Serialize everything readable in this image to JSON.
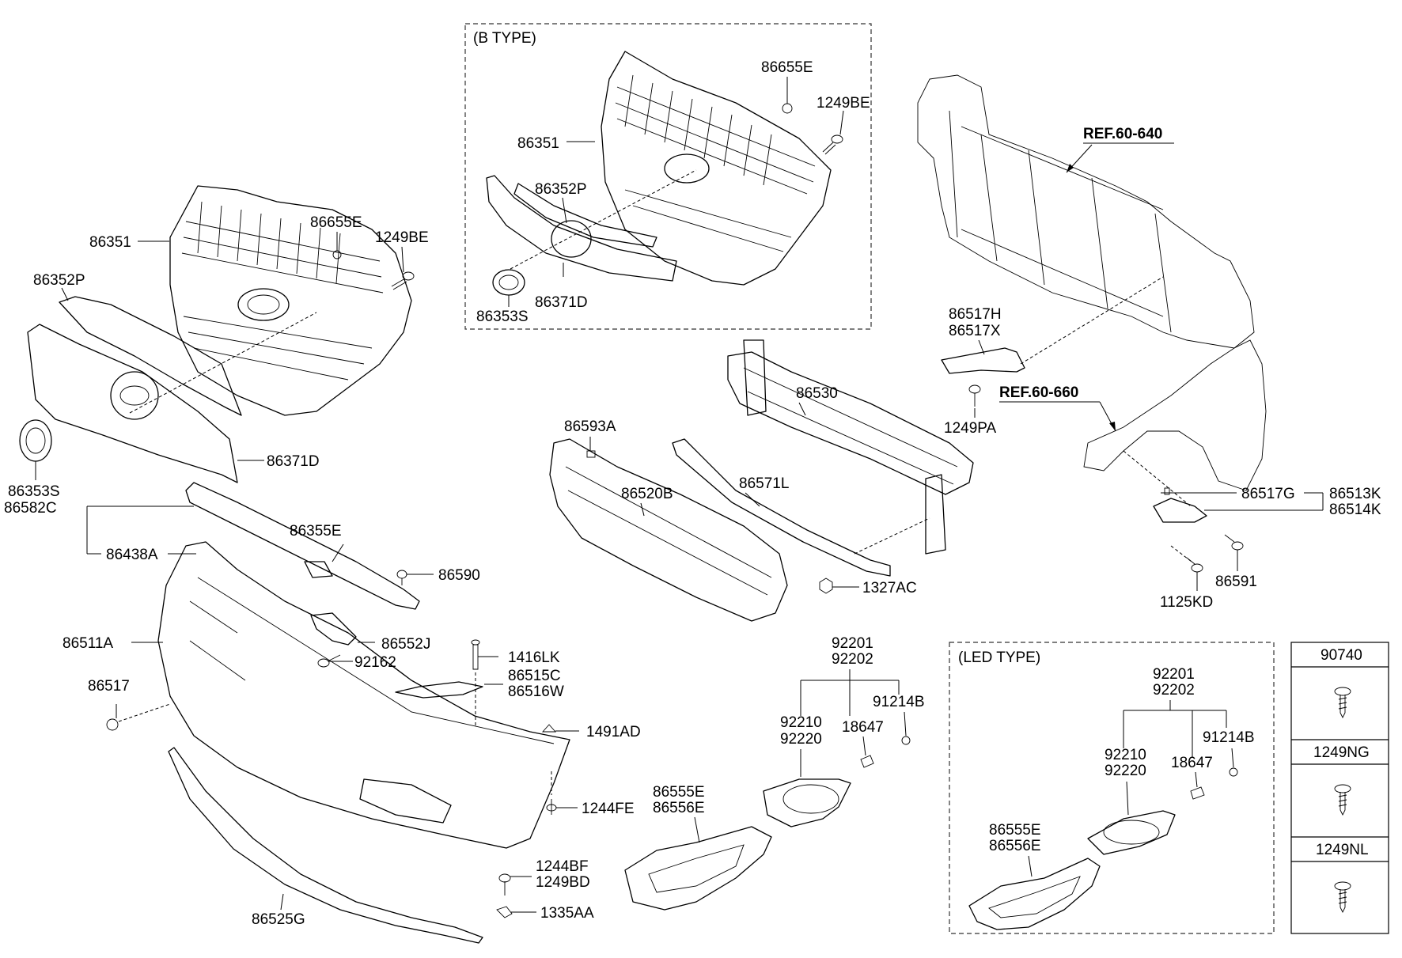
{
  "insets": {
    "b_type": "(B TYPE)",
    "led_type": "(LED TYPE)"
  },
  "refs": {
    "ref_640": "REF.60-640",
    "ref_660": "REF.60-660"
  },
  "labels": {
    "l_86351_main": "86351",
    "l_86655e_main": "86655E",
    "l_1249be_main": "1249BE",
    "l_86352p_main": "86352P",
    "l_86353s_main": "86353S",
    "l_86371d_main": "86371D",
    "l_86351_b": "86351",
    "l_86655e_b": "86655E",
    "l_1249be_b": "1249BE",
    "l_86352p_b": "86352P",
    "l_86353s_b": "86353S",
    "l_86371d_b": "86371D",
    "l_86517h": "86517H",
    "l_86517x": "86517X",
    "l_1249pa": "1249PA",
    "l_86530": "86530",
    "l_86593a": "86593A",
    "l_86520b": "86520B",
    "l_86571l": "86571L",
    "l_1327ac": "1327AC",
    "l_86517g": "86517G",
    "l_86513k": "86513K",
    "l_86514k": "86514K",
    "l_86591": "86591",
    "l_1125kd": "1125KD",
    "l_86582c": "86582C",
    "l_86438a": "86438A",
    "l_86355e": "86355E",
    "l_86590": "86590",
    "l_86552j": "86552J",
    "l_92162": "92162",
    "l_86511a": "86511A",
    "l_1416lk": "1416LK",
    "l_86515c": "86515C",
    "l_86516w": "86516W",
    "l_86517": "86517",
    "l_1491ad": "1491AD",
    "l_1244fe": "1244FE",
    "l_1244bf": "1244BF",
    "l_1249bd": "1249BD",
    "l_1335aa": "1335AA",
    "l_86525g": "86525G",
    "l_92201_a": "92201",
    "l_92202_a": "92202",
    "l_92210_a": "92210",
    "l_92220_a": "92220",
    "l_18647_a": "18647",
    "l_91214b_a": "91214B",
    "l_86555e_a": "86555E",
    "l_86556e_a": "86556E",
    "l_92201_b": "92201",
    "l_92202_b": "92202",
    "l_92210_b": "92210",
    "l_92220_b": "92220",
    "l_18647_b": "18647",
    "l_91214b_b": "91214B",
    "l_86555e_b": "86555E",
    "l_86556e_b": "86556E"
  },
  "fastener_table": [
    "90740",
    "1249NG",
    "1249NL"
  ]
}
